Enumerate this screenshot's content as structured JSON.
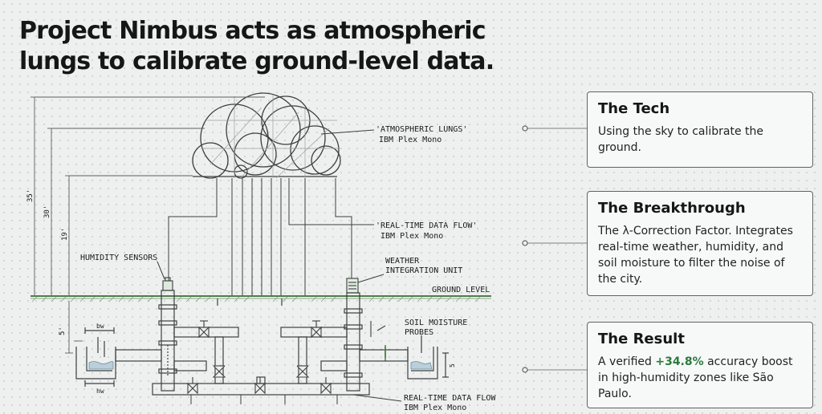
{
  "headline": {
    "line1": "Project Nimbus acts as atmospheric",
    "line2": "lungs to calibrate ground-level data."
  },
  "diagram": {
    "labels": {
      "atmospheric_lungs": "'ATMOSPHERIC LUNGS'",
      "atmospheric_lungs_font": "IBM Plex Mono",
      "data_flow_top": "'REAL-TIME DATA FLOW'",
      "data_flow_top_font": "IBM Plex Mono",
      "humidity_sensors": "HUMIDITY SENSORS",
      "weather_unit_1": "WEATHER",
      "weather_unit_2": "INTEGRATION UNIT",
      "ground_level": "GROUND LEVEL",
      "soil_probes_1": "SOIL MOISTURE",
      "soil_probes_2": "PROBES",
      "data_flow_bottom": "REAL-TIME DATA FLOW",
      "data_flow_bottom_font": "IBM Plex Mono"
    },
    "dimensions": {
      "d35": "35'",
      "d30": "30'",
      "d19": "19'",
      "d5": "5'",
      "bw": "bw",
      "hw": "hw",
      "right_small": "5"
    }
  },
  "cards": [
    {
      "title": "The Tech",
      "body": "Using the sky to calibrate the ground."
    },
    {
      "title": "The Breakthrough",
      "body": "The λ-Correction Factor. Integrates real-time weather, humidity, and soil moisture to filter the noise of the city."
    },
    {
      "title": "The Result",
      "body_before": "A verified ",
      "body_highlight": "+34.8%",
      "body_after": " accuracy boost in high-humidity zones like São Paulo."
    }
  ],
  "colors": {
    "background": "#eef0ef",
    "ink": "#1b1b1b",
    "line": "#4a4f4d",
    "accent_green": "#2c7a3f",
    "ground_green": "#4f7d4a"
  }
}
